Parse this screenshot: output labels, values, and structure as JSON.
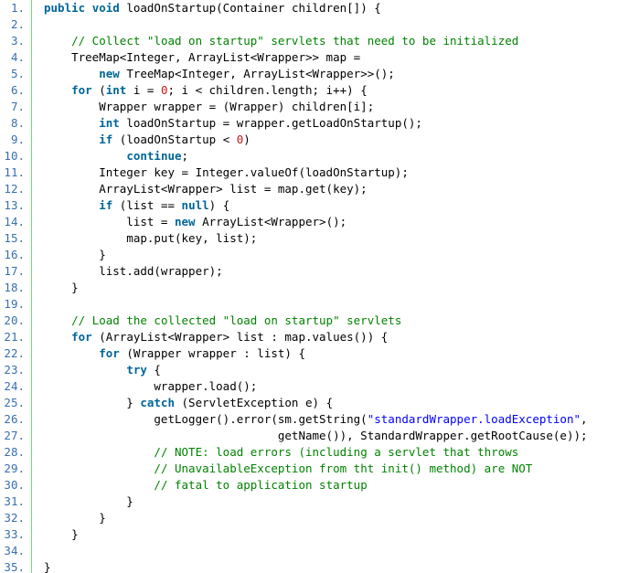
{
  "colors": {
    "background": "#ffffff",
    "line_number": "#3a6fb0",
    "gutter_border": "#6ce26c",
    "plain": "#000000",
    "keyword": "#006699",
    "comment": "#008200",
    "string": "#0000ff",
    "number": "#c41a16"
  },
  "code": {
    "lines": [
      {
        "number": "1.",
        "tokens": [
          {
            "t": "kw",
            "v": "public"
          },
          {
            "t": "p",
            "v": " "
          },
          {
            "t": "kw",
            "v": "void"
          },
          {
            "t": "p",
            "v": " loadOnStartup(Container children[]) {"
          }
        ]
      },
      {
        "number": "2.",
        "tokens": []
      },
      {
        "number": "3.",
        "tokens": [
          {
            "t": "p",
            "v": "    "
          },
          {
            "t": "cm",
            "v": "// Collect \"load on startup\" servlets that need to be initialized"
          }
        ]
      },
      {
        "number": "4.",
        "tokens": [
          {
            "t": "p",
            "v": "    TreeMap<Integer, ArrayList<Wrapper>> map ="
          }
        ]
      },
      {
        "number": "5.",
        "tokens": [
          {
            "t": "p",
            "v": "        "
          },
          {
            "t": "kw",
            "v": "new"
          },
          {
            "t": "p",
            "v": " TreeMap<Integer, ArrayList<Wrapper>>();"
          }
        ]
      },
      {
        "number": "6.",
        "tokens": [
          {
            "t": "p",
            "v": "    "
          },
          {
            "t": "kw",
            "v": "for"
          },
          {
            "t": "p",
            "v": " ("
          },
          {
            "t": "kw",
            "v": "int"
          },
          {
            "t": "p",
            "v": " i = "
          },
          {
            "t": "nu",
            "v": "0"
          },
          {
            "t": "p",
            "v": "; i < children.length; i++) {"
          }
        ]
      },
      {
        "number": "7.",
        "tokens": [
          {
            "t": "p",
            "v": "        Wrapper wrapper = (Wrapper) children[i];"
          }
        ]
      },
      {
        "number": "8.",
        "tokens": [
          {
            "t": "p",
            "v": "        "
          },
          {
            "t": "kw",
            "v": "int"
          },
          {
            "t": "p",
            "v": " loadOnStartup = wrapper.getLoadOnStartup();"
          }
        ]
      },
      {
        "number": "9.",
        "tokens": [
          {
            "t": "p",
            "v": "        "
          },
          {
            "t": "kw",
            "v": "if"
          },
          {
            "t": "p",
            "v": " (loadOnStartup < "
          },
          {
            "t": "nu",
            "v": "0"
          },
          {
            "t": "p",
            "v": ")"
          }
        ]
      },
      {
        "number": "10.",
        "tokens": [
          {
            "t": "p",
            "v": "            "
          },
          {
            "t": "kw",
            "v": "continue"
          },
          {
            "t": "p",
            "v": ";"
          }
        ]
      },
      {
        "number": "11.",
        "tokens": [
          {
            "t": "p",
            "v": "        Integer key = Integer.valueOf(loadOnStartup);"
          }
        ]
      },
      {
        "number": "12.",
        "tokens": [
          {
            "t": "p",
            "v": "        ArrayList<Wrapper> list = map.get(key);"
          }
        ]
      },
      {
        "number": "13.",
        "tokens": [
          {
            "t": "p",
            "v": "        "
          },
          {
            "t": "kw",
            "v": "if"
          },
          {
            "t": "p",
            "v": " (list == "
          },
          {
            "t": "kw",
            "v": "null"
          },
          {
            "t": "p",
            "v": ") {"
          }
        ]
      },
      {
        "number": "14.",
        "tokens": [
          {
            "t": "p",
            "v": "            list = "
          },
          {
            "t": "kw",
            "v": "new"
          },
          {
            "t": "p",
            "v": " ArrayList<Wrapper>();"
          }
        ]
      },
      {
        "number": "15.",
        "tokens": [
          {
            "t": "p",
            "v": "            map.put(key, list);"
          }
        ]
      },
      {
        "number": "16.",
        "tokens": [
          {
            "t": "p",
            "v": "        }"
          }
        ]
      },
      {
        "number": "17.",
        "tokens": [
          {
            "t": "p",
            "v": "        list.add(wrapper);"
          }
        ]
      },
      {
        "number": "18.",
        "tokens": [
          {
            "t": "p",
            "v": "    }"
          }
        ]
      },
      {
        "number": "19.",
        "tokens": []
      },
      {
        "number": "20.",
        "tokens": [
          {
            "t": "p",
            "v": "    "
          },
          {
            "t": "cm",
            "v": "// Load the collected \"load on startup\" servlets"
          }
        ]
      },
      {
        "number": "21.",
        "tokens": [
          {
            "t": "p",
            "v": "    "
          },
          {
            "t": "kw",
            "v": "for"
          },
          {
            "t": "p",
            "v": " (ArrayList<Wrapper> list : map.values()) {"
          }
        ]
      },
      {
        "number": "22.",
        "tokens": [
          {
            "t": "p",
            "v": "        "
          },
          {
            "t": "kw",
            "v": "for"
          },
          {
            "t": "p",
            "v": " (Wrapper wrapper : list) {"
          }
        ]
      },
      {
        "number": "23.",
        "tokens": [
          {
            "t": "p",
            "v": "            "
          },
          {
            "t": "kw",
            "v": "try"
          },
          {
            "t": "p",
            "v": " {"
          }
        ]
      },
      {
        "number": "24.",
        "tokens": [
          {
            "t": "p",
            "v": "                wrapper.load();"
          }
        ]
      },
      {
        "number": "25.",
        "tokens": [
          {
            "t": "p",
            "v": "            } "
          },
          {
            "t": "kw",
            "v": "catch"
          },
          {
            "t": "p",
            "v": " (ServletException e) {"
          }
        ]
      },
      {
        "number": "26.",
        "tokens": [
          {
            "t": "p",
            "v": "                getLogger().error(sm.getString("
          },
          {
            "t": "st",
            "v": "\"standardWrapper.loadException\""
          },
          {
            "t": "p",
            "v": ","
          }
        ]
      },
      {
        "number": "27.",
        "tokens": [
          {
            "t": "p",
            "v": "                                  getName()), StandardWrapper.getRootCause(e));"
          }
        ]
      },
      {
        "number": "28.",
        "tokens": [
          {
            "t": "p",
            "v": "                "
          },
          {
            "t": "cm",
            "v": "// NOTE: load errors (including a servlet that throws"
          }
        ]
      },
      {
        "number": "29.",
        "tokens": [
          {
            "t": "p",
            "v": "                "
          },
          {
            "t": "cm",
            "v": "// UnavailableException from tht init() method) are NOT"
          }
        ]
      },
      {
        "number": "30.",
        "tokens": [
          {
            "t": "p",
            "v": "                "
          },
          {
            "t": "cm",
            "v": "// fatal to application startup"
          }
        ]
      },
      {
        "number": "31.",
        "tokens": [
          {
            "t": "p",
            "v": "            }"
          }
        ]
      },
      {
        "number": "32.",
        "tokens": [
          {
            "t": "p",
            "v": "        }"
          }
        ]
      },
      {
        "number": "33.",
        "tokens": [
          {
            "t": "p",
            "v": "    }"
          }
        ]
      },
      {
        "number": "34.",
        "tokens": []
      },
      {
        "number": "35.",
        "tokens": [
          {
            "t": "p",
            "v": "}"
          }
        ]
      }
    ]
  }
}
